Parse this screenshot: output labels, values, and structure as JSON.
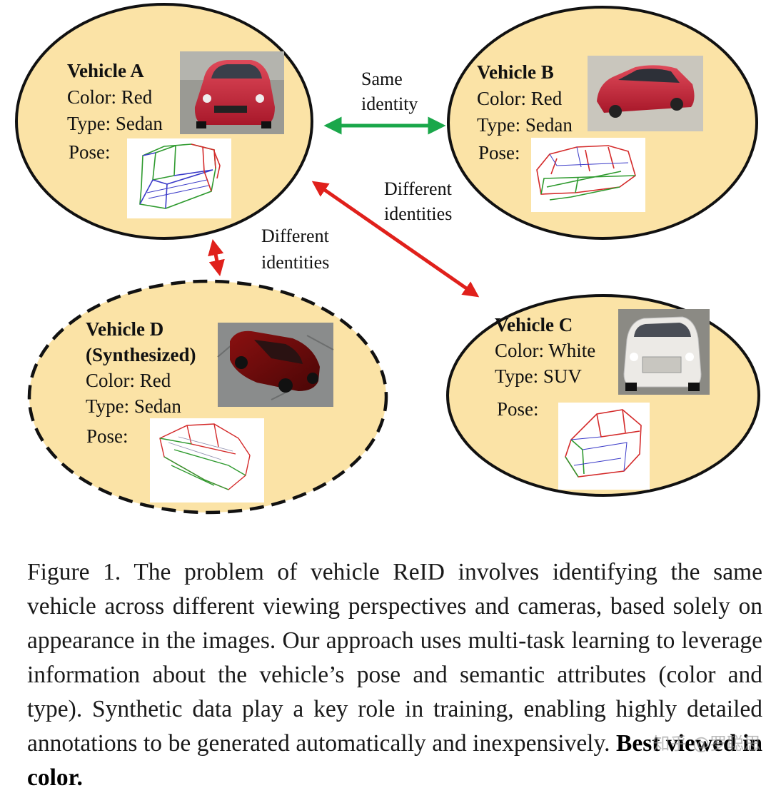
{
  "vehicles": {
    "a": {
      "title": "Vehicle A",
      "color": "Color: Red",
      "type": "Type: Sedan",
      "pose": "Pose:"
    },
    "b": {
      "title": "Vehicle B",
      "color": "Color: Red",
      "type": "Type: Sedan",
      "pose": "Pose:"
    },
    "c": {
      "title": "Vehicle C",
      "color": "Color: White",
      "type": "Type: SUV",
      "pose": "Pose:"
    },
    "d": {
      "title1": "Vehicle D",
      "title2": "(Synthesized)",
      "color": "Color: Red",
      "type": "Type: Sedan",
      "pose": "Pose:"
    }
  },
  "arrows": {
    "same": {
      "line1": "Same",
      "line2": "identity"
    },
    "diff_ac": {
      "line1": "Different",
      "line2": "identities"
    },
    "diff_ad": {
      "line1": "Different",
      "line2": "identities"
    }
  },
  "caption": {
    "text": "Figure 1. The problem of vehicle ReID involves identifying the same vehicle across different viewing perspectives and cameras, based solely on appearance in the images.  Our approach uses multi-task learning to leverage information about the vehicle’s pose and semantic attributes (color and type). Synthetic data play a key role in training, enabling highly detailed annotations to be generated automatically and inexpensively.",
    "emphasis": "Best viewed in color."
  },
  "watermark": "知乎 @罗聪思",
  "colors": {
    "ellipse_fill": "#fbe3a6",
    "ellipse_stroke": "#111111",
    "same_arrow": "#1aa74a",
    "diff_arrow": "#e0201b",
    "pose_green": "#2e9a2e",
    "pose_red": "#d42a2a",
    "pose_blue": "#3a3ac8"
  },
  "icons": {
    "vehicle_a_photo": "red-sedan-photo",
    "vehicle_b_photo": "red-sedan-photo",
    "vehicle_c_photo": "white-suv-photo",
    "vehicle_d_photo": "synthetic-red-sedan-render"
  }
}
